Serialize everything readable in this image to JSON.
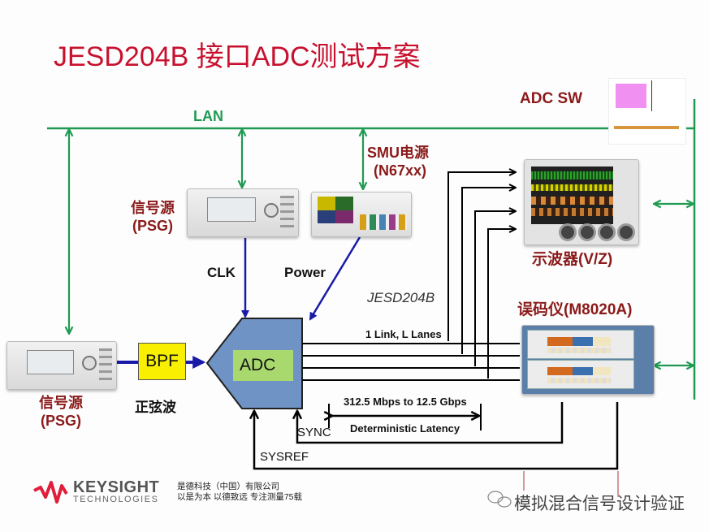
{
  "title": "JESD204B 接口ADC测试方案",
  "lan_label": "LAN",
  "adc_sw_label": "ADC SW",
  "devices": {
    "psg_top": {
      "label_line1": "信号源",
      "label_line2": "(PSG)"
    },
    "psg_bottom": {
      "label_line1": "信号源",
      "label_line2": "(PSG)"
    },
    "smu": {
      "label_line1": "SMU电源",
      "label_line2": "(N67xx)"
    },
    "scope": {
      "label": "示波器(V/Z)"
    },
    "bert": {
      "label": "误码仪(M8020A)"
    }
  },
  "signals": {
    "clk": "CLK",
    "power": "Power",
    "sine": "正弦波",
    "bpf": "BPF",
    "adc": "ADC",
    "jesd": "JESD204B",
    "link": "1 Link, L Lanes",
    "rate": "312.5 Mbps to 12.5 Gbps",
    "latency": "Deterministic Latency",
    "sync": "SYNC",
    "sysref": "SYSREF"
  },
  "footer": {
    "logo_main": "KEYSIGHT",
    "logo_sub": "TECHNOLOGIES",
    "company_line1": "是德科技（中国）有限公司",
    "company_line2": "以是为本  以德致远  专注测量75载",
    "watermark": "模拟混合信号设计验证"
  },
  "colors": {
    "title": "#c8102e",
    "lan": "#1f9a52",
    "device_label": "#8b1a1a",
    "signal_blue": "#1a1aa8",
    "adc_body": "#6f93c4",
    "adc_inner": "#a8d86e",
    "bpf": "#f8f000"
  }
}
